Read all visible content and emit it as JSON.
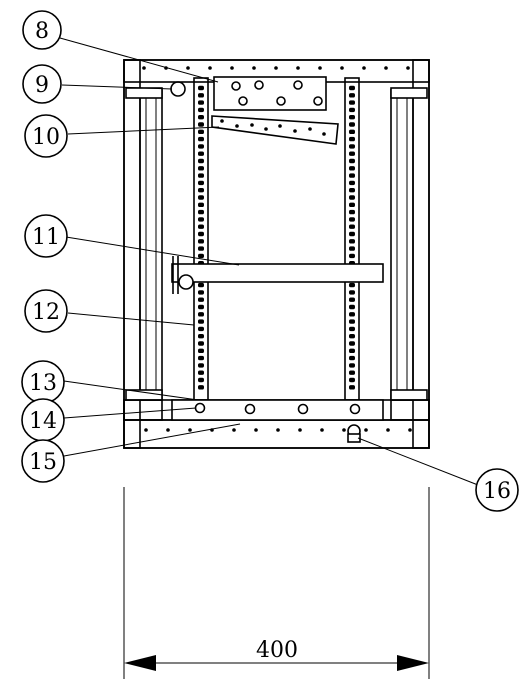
{
  "callouts": [
    {
      "id": "8",
      "label": "8"
    },
    {
      "id": "9",
      "label": "9"
    },
    {
      "id": "10",
      "label": "10"
    },
    {
      "id": "11",
      "label": "11"
    },
    {
      "id": "12",
      "label": "12"
    },
    {
      "id": "13",
      "label": "13"
    },
    {
      "id": "14",
      "label": "14"
    },
    {
      "id": "15",
      "label": "15"
    },
    {
      "id": "16",
      "label": "16"
    }
  ],
  "dimension": {
    "value": "400"
  },
  "colors": {
    "line": "#000000",
    "background": "#ffffff"
  }
}
